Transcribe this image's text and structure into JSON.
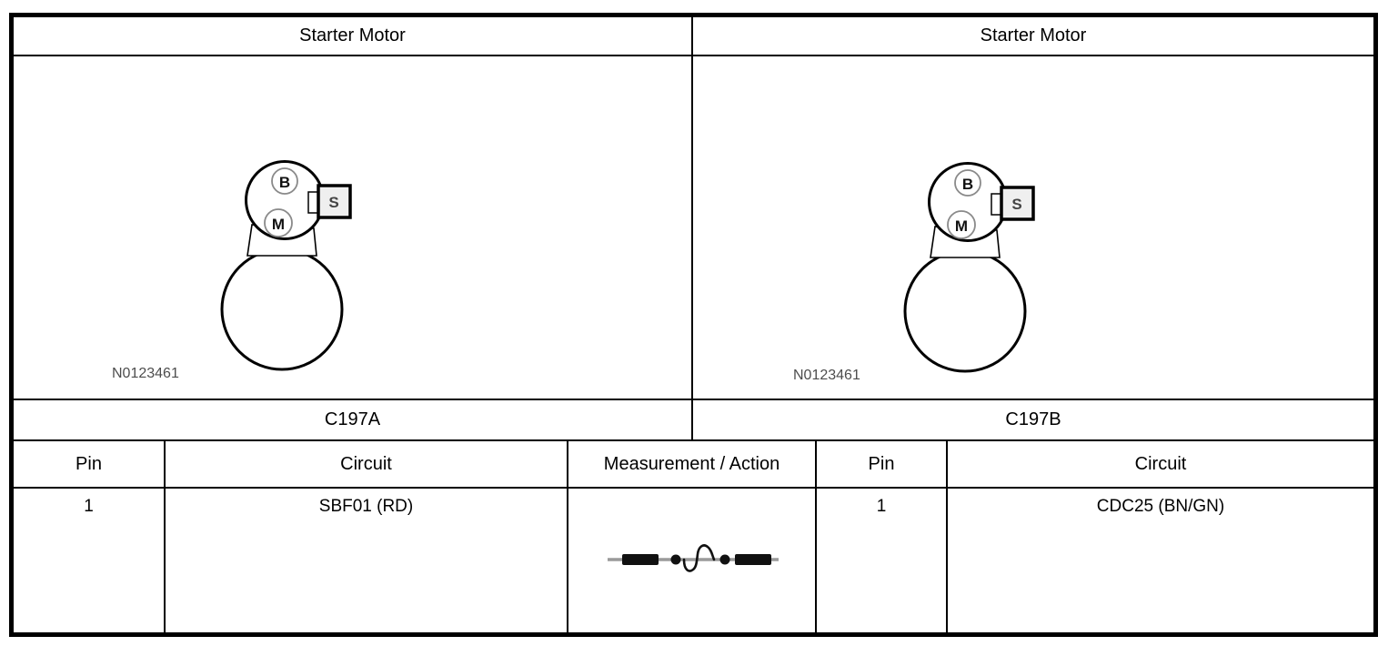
{
  "document_type": "connector-pinout-table",
  "title_row": {
    "left": "Starter Motor",
    "right": "Starter Motor"
  },
  "connectors": [
    {
      "name": "Starter Motor",
      "connector_id": "C197A",
      "diagram": {
        "figure_code": "N0123461",
        "terminals": [
          "B",
          "M",
          "S"
        ]
      },
      "pins": [
        {
          "pin": "1",
          "circuit": "SBF01 (RD)"
        }
      ]
    },
    {
      "name": "Starter Motor",
      "connector_id": "C197B",
      "diagram": {
        "figure_code": "N0123461",
        "terminals": [
          "B",
          "M",
          "S"
        ]
      },
      "pins": [
        {
          "pin": "1",
          "circuit": "CDC25 (BN/GN)"
        }
      ]
    }
  ],
  "table_headers": {
    "pin_left": "Pin",
    "circuit_left": "Circuit",
    "measurement": "Measurement / Action",
    "pin_right": "Pin",
    "circuit_right": "Circuit"
  },
  "measurement_symbol": "wire-continuity-squiggle-icon",
  "colors": {
    "line_black": "#000000",
    "wire_gray": "#9a9a9a",
    "terminal_ring_gray": "#8a8a8a",
    "figure_code_gray": "#4d4d4d",
    "s_box_fill": "#efefef"
  }
}
